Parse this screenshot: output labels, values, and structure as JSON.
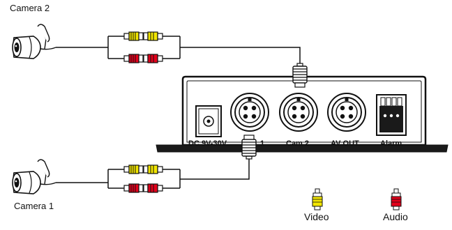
{
  "labels": {
    "camera_top": "Camera 2",
    "camera_bottom": "Camera 1",
    "power_port": "DC 9V-30V",
    "cam1_port": "1",
    "cam2_port": "Cam 2",
    "av_out_port": "AV OUT",
    "alarm_port": "Alarm"
  },
  "legend": {
    "video": {
      "label": "Video",
      "color": "#f2e600"
    },
    "audio": {
      "label": "Audio",
      "color": "#e3001b"
    }
  },
  "icons": [
    "camera-icon",
    "rca-plug-icon",
    "aviation-connector-icon",
    "dc-jack-icon",
    "terminal-block-icon"
  ]
}
